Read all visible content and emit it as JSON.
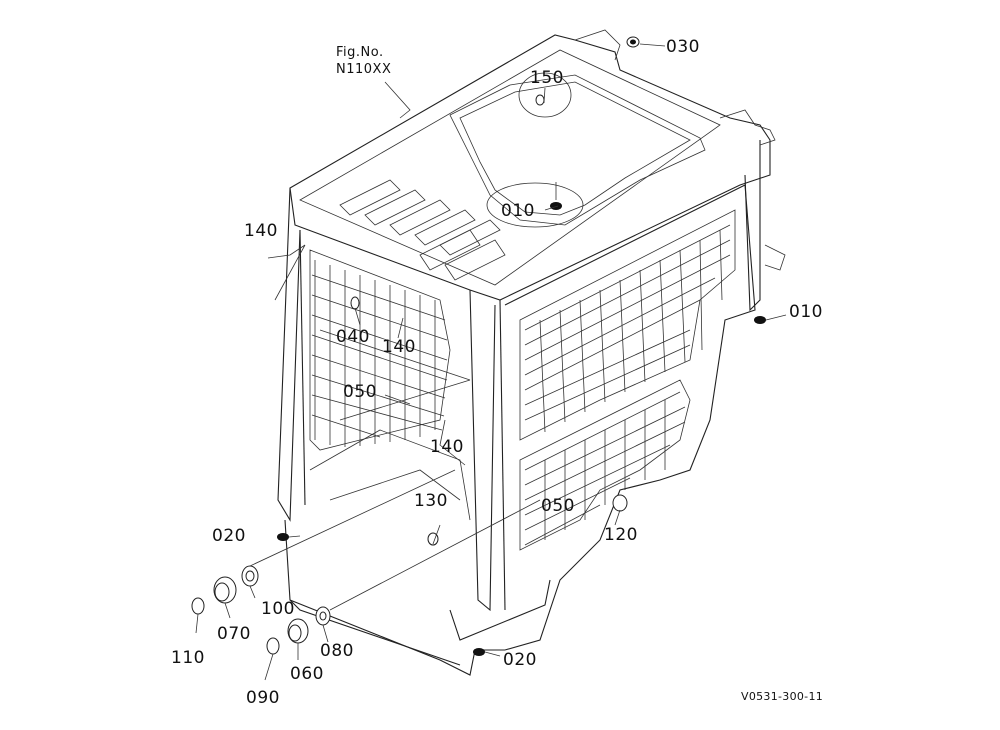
{
  "figure": {
    "fig_label_line1": "Fig.No.",
    "fig_label_line2": "N110XX",
    "drawing_code": "V0531-300-11"
  },
  "callouts": {
    "c030": "030",
    "c150": "150",
    "c010_top": "010",
    "c010_right": "010",
    "c140_left": "140",
    "c040": "040",
    "c140_mid": "140",
    "c050_left": "050",
    "c140_low": "140",
    "c130": "130",
    "c050_right": "050",
    "c120": "120",
    "c020_left": "020",
    "c020_bottom": "020",
    "c100": "100",
    "c110": "110",
    "c070": "070",
    "c080": "080",
    "c060": "060",
    "c090": "090"
  }
}
